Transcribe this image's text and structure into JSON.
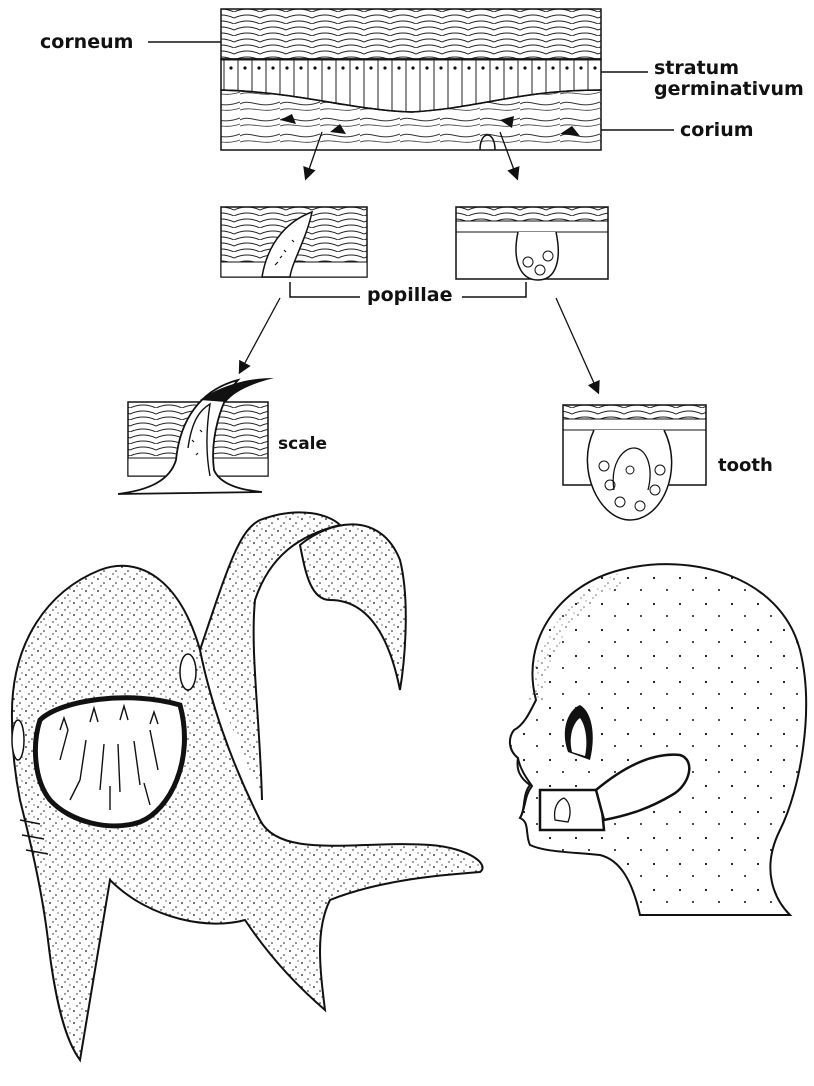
{
  "labels": {
    "corneum": "corneum",
    "stratum_line1": "stratum",
    "stratum_line2": "germinativum",
    "corium": "corium",
    "papillae": "popillae",
    "scale": "scale",
    "tooth": "tooth"
  },
  "colors": {
    "ink": "#111111",
    "paper": "#ffffff"
  }
}
